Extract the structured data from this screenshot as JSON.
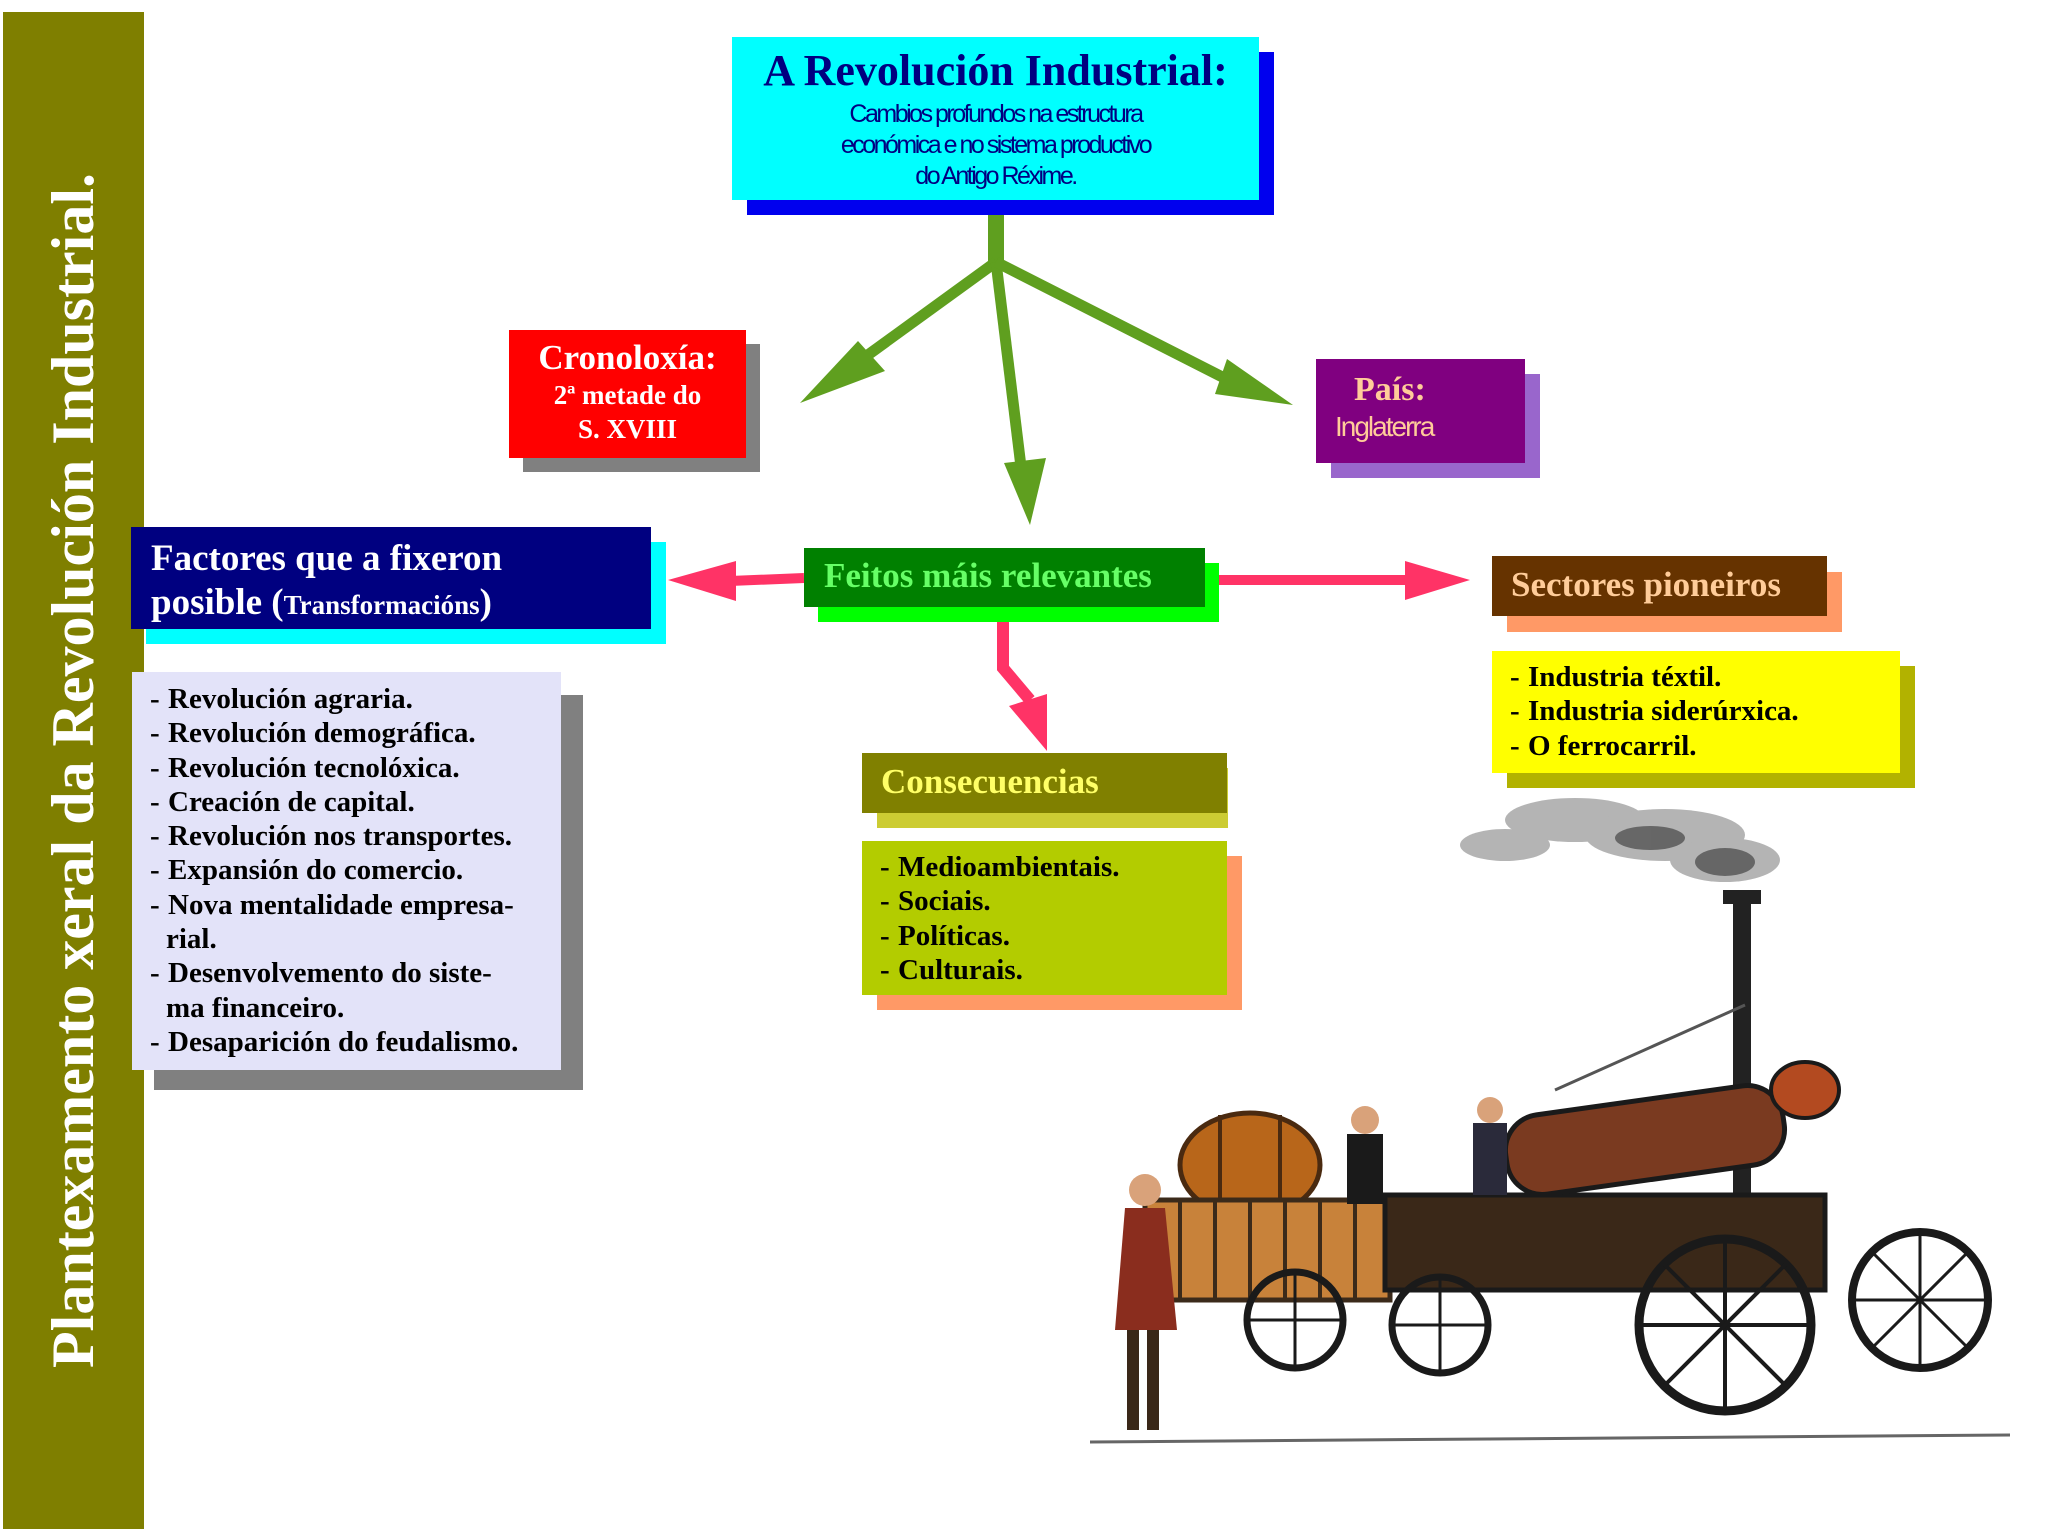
{
  "sidebar": {
    "title": "Plantexamento xeral da Revolución Industrial."
  },
  "main": {
    "title": "A Revolución Industrial:",
    "subtitle_lines": [
      "Cambios profundos na estructura",
      "económica e no sistema productivo",
      "do Antigo Réxime."
    ]
  },
  "cronoloxia": {
    "title": "Cronoloxía:",
    "line1": "2ª metade do",
    "line2": "S. XVIII"
  },
  "pais": {
    "title": "País:",
    "value": "Inglaterra"
  },
  "factores": {
    "title_line1": "Factores que a fixeron",
    "title_line2": "posible",
    "title_paren_open": " (",
    "title_note": "Transformacións",
    "title_paren_close": ")",
    "items": [
      "Revolución agraria.",
      "Revolución demográfica.",
      "Revolución tecnolóxica.",
      "Creación de capital.",
      "Revolución nos transportes.",
      "Expansión do comercio.",
      "Nova mentalidade empresa-",
      "rial.",
      "Desenvolvemento do siste-",
      "ma financeiro.",
      "Desaparición do feudalismo."
    ]
  },
  "feitos": {
    "title": "Feitos máis relevantes"
  },
  "sectores": {
    "title": "Sectores pioneiros",
    "items": [
      "Industria téxtil.",
      "Industria siderúrxica.",
      "O ferrocarril."
    ]
  },
  "consecuencias": {
    "title": "Consecuencias",
    "items": [
      "Medioambientais.",
      "Sociais.",
      "Políticas.",
      "Culturais."
    ]
  },
  "colors": {
    "sidebar": "#7f7f00",
    "main_box": "#00ffff",
    "green_arrows": "#5f9f1f",
    "pink_arrows": "#ff3366"
  }
}
